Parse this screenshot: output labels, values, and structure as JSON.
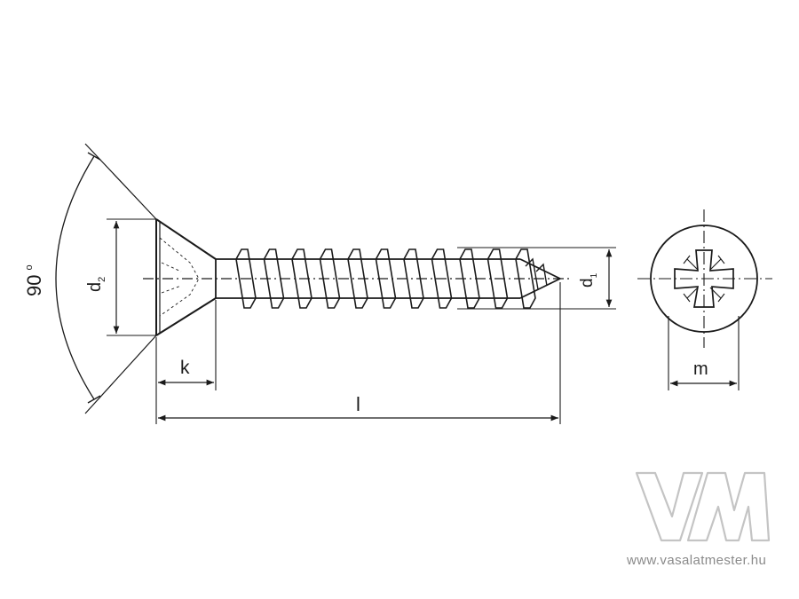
{
  "labels": {
    "angle": "90",
    "degree_mark": "o",
    "head_diameter": "d",
    "head_diameter_sub": "2",
    "thread_diameter": "d",
    "thread_diameter_sub": "1",
    "head_height": "k",
    "length": "l",
    "recess_width": "m"
  },
  "watermark": {
    "url": "www.vasalatmester.hu",
    "color": "#8a8a8a"
  },
  "colors": {
    "line": "#1a1a1a",
    "logo": "#c4c4c4"
  }
}
